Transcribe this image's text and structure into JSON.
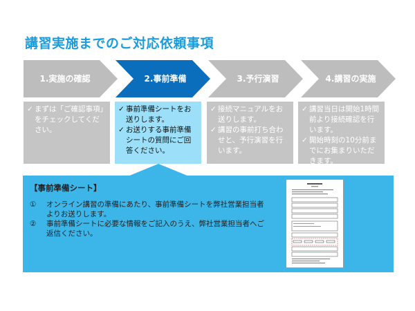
{
  "title": "講習実施までのご対応依頼事項",
  "steps": [
    {
      "label": "1.実施の確認",
      "active": false
    },
    {
      "label": "2.事前準備",
      "active": true
    },
    {
      "label": "3.予行演習",
      "active": false
    },
    {
      "label": "4.講習の実施",
      "active": false
    }
  ],
  "columns": [
    {
      "items": [
        {
          "check": "✓",
          "text": "まずは「ご確認事項」をチェックしてください。"
        }
      ]
    },
    {
      "items": [
        {
          "check": "✓",
          "text": "事前準備シートをお送りします。"
        },
        {
          "check": "✓",
          "text": "お送りする事前準備シートの質問にご回答ください。"
        }
      ]
    },
    {
      "items": [
        {
          "check": "✓",
          "text": "接続マニュアルをお送りします。"
        },
        {
          "check": "✓",
          "text": "講習の事前打ち合わせと、予行演習を行います。"
        }
      ]
    },
    {
      "items": [
        {
          "check": "✓",
          "text": "講習当日は開始1時間前より接続確認を行います。"
        },
        {
          "check": "✓",
          "text": "開始時刻の10分前までにお集まりいただきます。"
        }
      ]
    }
  ],
  "panel": {
    "heading": "【事前準備シート】",
    "items": [
      {
        "num": "①",
        "text": "オンライン講習の準備にあたり、事前準備シートを弊社営業担当者よりお送りします。"
      },
      {
        "num": "②",
        "text": "事前準備シートに必要な情報をご記入のうえ、弊社営業担当者へご返信ください。"
      }
    ]
  },
  "colors": {
    "accent": "#1a9cdc",
    "step_inactive": "#bdbdbd",
    "step_active": "#0a6ebd",
    "column_gray": "#c5c5c5",
    "column_highlight": "#9be0f8",
    "panel": "#3cb5e8"
  },
  "document_thumbnail": {
    "icon": "document-thumbnail-icon"
  }
}
